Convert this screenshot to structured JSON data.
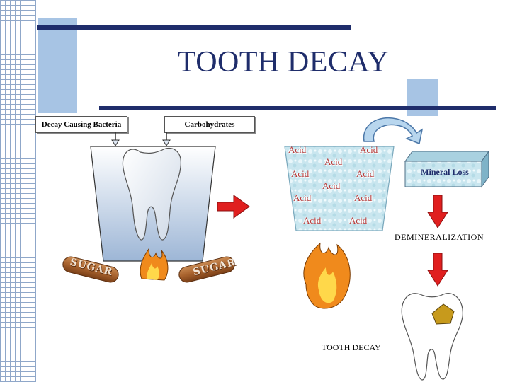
{
  "slide": {
    "title": "TOOTH DECAY"
  },
  "labels": {
    "bacteria": "Decay Causing Bacteria",
    "carbohydrates": "Carbohydrates",
    "acid": "Acid",
    "mineral_loss": "Mineral Loss",
    "demineralization": "DEMINERALIZATION",
    "tooth_decay": "TOOTH DECAY"
  },
  "sugar": {
    "left": "SUGAR",
    "right": "SUGAR"
  },
  "colors": {
    "title": "#1f2d6b",
    "accent_bar": "#1f2d6b",
    "block": "#a7c4e4",
    "arrow_red": "#e01f1f",
    "cavity": "#c79a1c"
  },
  "icons": [
    "grid-pattern",
    "tooth-icon",
    "flame-icon",
    "sugar-stick-icon",
    "curved-arrow-icon",
    "down-arrow-icon",
    "right-arrow-icon",
    "mineral-block-icon"
  ]
}
